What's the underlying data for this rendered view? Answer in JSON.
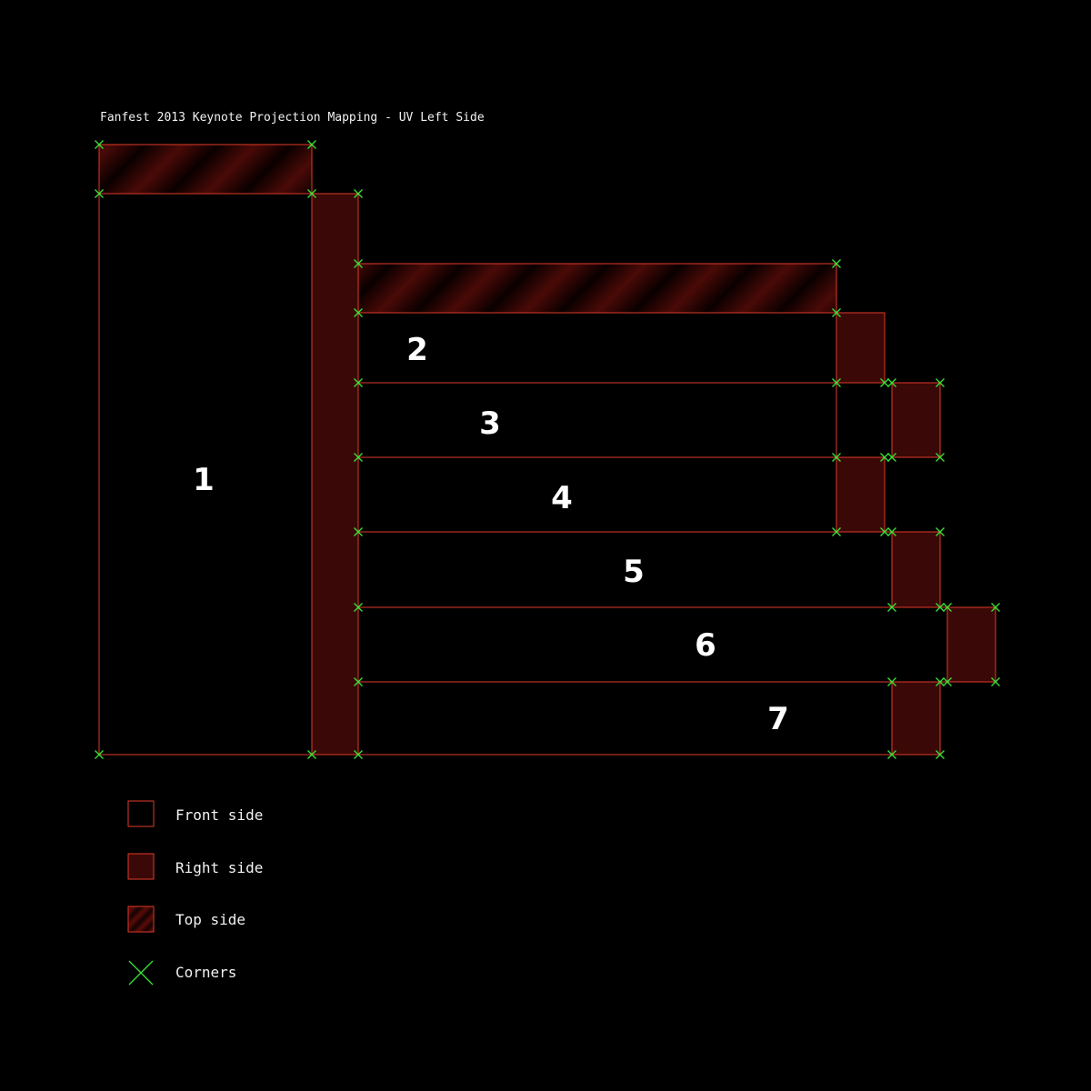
{
  "title": "Fanfest 2013 Keynote Projection Mapping - UV Left Side",
  "regions": [
    "1",
    "2",
    "3",
    "4",
    "5",
    "6",
    "7"
  ],
  "legend": [
    {
      "kind": "front",
      "label": "Front side"
    },
    {
      "kind": "right",
      "label": "Right side"
    },
    {
      "kind": "top",
      "label": "Top side"
    },
    {
      "kind": "corner",
      "label": "Corners"
    }
  ],
  "colors": {
    "background": "#000000",
    "outline": "#e03a2a",
    "right_fill": "#3a0806",
    "top_stripe_dark": "#0a0000",
    "top_stripe_light": "#4a0a07",
    "corner": "#38e03a",
    "text": "#ffffff"
  }
}
